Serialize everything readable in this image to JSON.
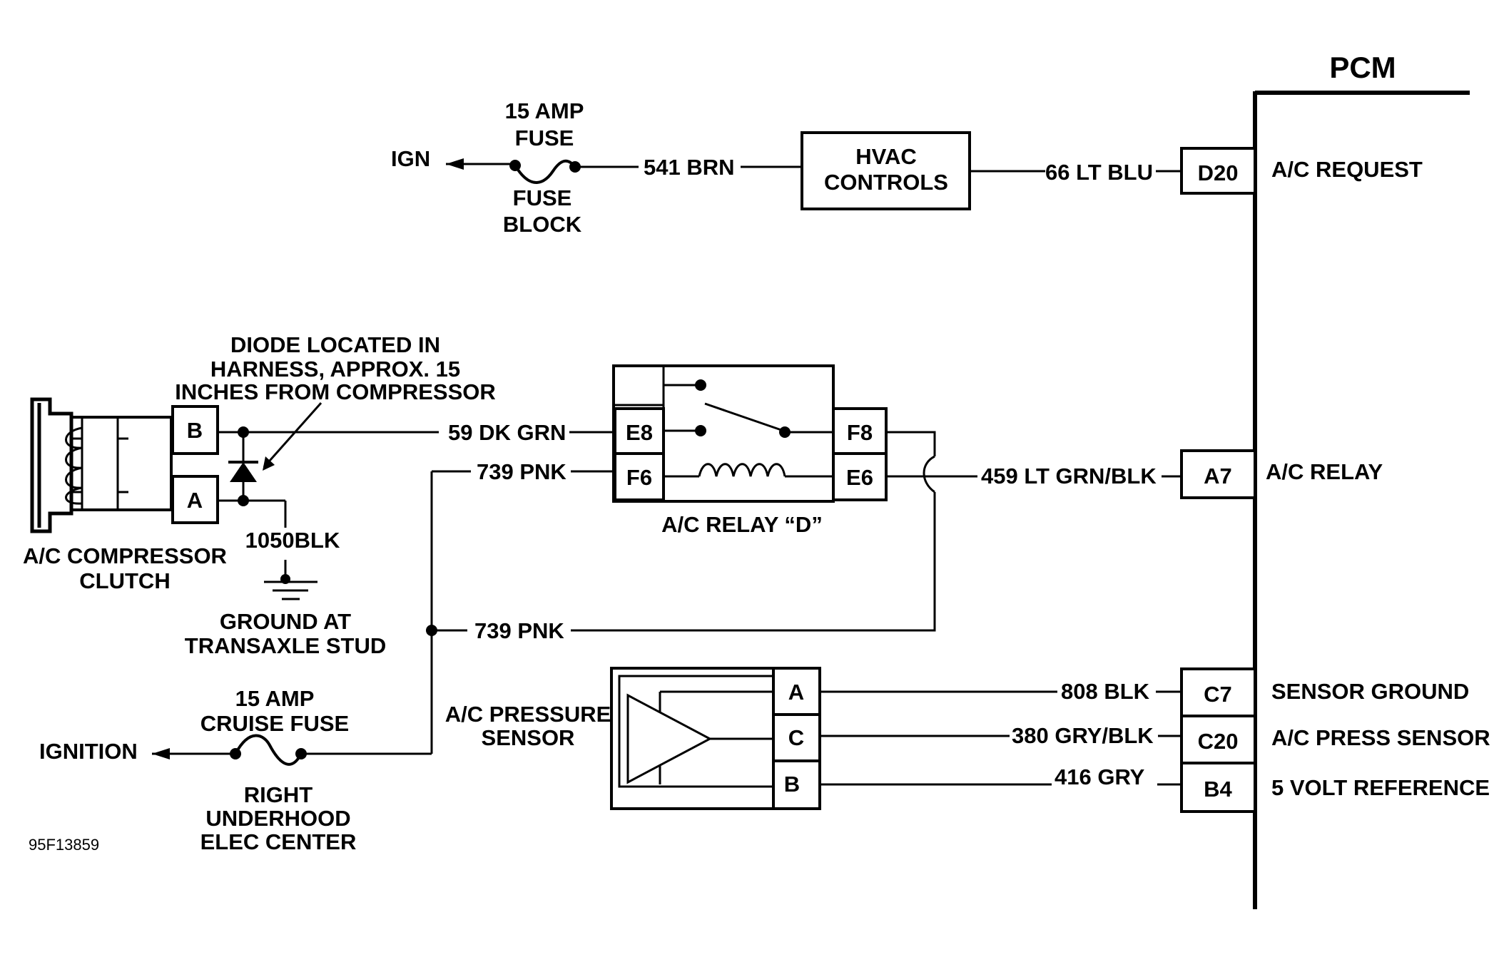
{
  "pcm": {
    "title": "PCM",
    "terminals": [
      {
        "pin": "D20",
        "function": "A/C REQUEST"
      },
      {
        "pin": "A7",
        "function": "A/C RELAY"
      },
      {
        "pin": "C7",
        "function": "SENSOR GROUND"
      },
      {
        "pin": "C20",
        "function": "A/C PRESS SENSOR"
      },
      {
        "pin": "B4",
        "function": "5 VOLT REFERENCE"
      }
    ]
  },
  "fuse_top": {
    "source": "IGN",
    "rating_1": "15 AMP",
    "rating_2": "FUSE",
    "location_1": "FUSE",
    "location_2": "BLOCK"
  },
  "fuse_bottom": {
    "source": "IGNITION",
    "rating_1": "15 AMP",
    "rating_2": "CRUISE FUSE",
    "location_1": "RIGHT",
    "location_2": "UNDERHOOD",
    "location_3": "ELEC CENTER"
  },
  "hvac": {
    "line_1": "HVAC",
    "line_2": "CONTROLS"
  },
  "wires": {
    "w541": "541 BRN",
    "w66": "66 LT BLU",
    "w59": "59 DK GRN",
    "w739a": "739 PNK",
    "w739b": "739 PNK",
    "w459": "459 LT GRN/BLK",
    "w1050": "1050BLK",
    "w808": "808 BLK",
    "w380": "380 GRY/BLK",
    "w416": "416 GRY"
  },
  "relay": {
    "name": "A/C RELAY “D”",
    "pins": {
      "e8": "E8",
      "f6": "F6",
      "f8": "F8",
      "e6": "E6"
    }
  },
  "compressor": {
    "line_1": "A/C COMPRESSOR",
    "line_2": "CLUTCH",
    "pin_b": "B",
    "pin_a": "A"
  },
  "diode_note": {
    "line_1": "DIODE LOCATED IN",
    "line_2": "HARNESS, APPROX. 15",
    "line_3": "INCHES FROM COMPRESSOR"
  },
  "ground": {
    "line_1": "GROUND AT",
    "line_2": "TRANSAXLE STUD"
  },
  "pressure_sensor": {
    "line_1": "A/C PRESSURE",
    "line_2": "SENSOR",
    "pin_a": "A",
    "pin_c": "C",
    "pin_b": "B"
  },
  "figure_id": "95F13859",
  "icons": [
    "fuse-icon",
    "diode-icon",
    "ground-icon",
    "relay-switch-icon",
    "relay-coil-icon",
    "amplifier-triangle-icon",
    "arrow-left-icon"
  ]
}
